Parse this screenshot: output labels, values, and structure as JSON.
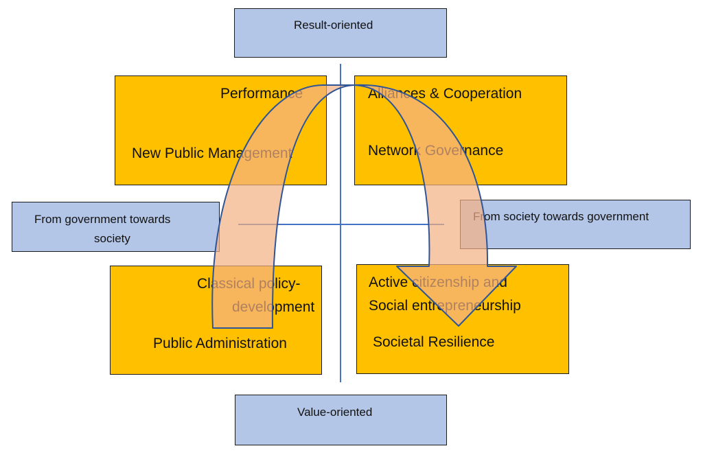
{
  "axes": {
    "top": "Result-oriented",
    "bottom": "Value-oriented",
    "left_line1": "From government towards",
    "left_line2": "society",
    "right": "From society towards government"
  },
  "quadrants": {
    "top_left": {
      "line1": "Performance",
      "line2": "New Public Management"
    },
    "top_right": {
      "line1": "Alliances & Cooperation",
      "line2": "Network Governance"
    },
    "bottom_left": {
      "line1": "Classical policy-",
      "line2": "development",
      "line3": "Public Administration"
    },
    "bottom_right": {
      "line1": "Active citizenship and",
      "line2": "Social entrepreneurship",
      "line3": "Societal Resilience"
    }
  },
  "colors": {
    "axis_box": "#b4c6e7",
    "quadrant_box": "#ffc000",
    "axis_line": "#4472c4",
    "arrow_fill": "#f4b183",
    "arrow_stroke": "#2f5597"
  }
}
